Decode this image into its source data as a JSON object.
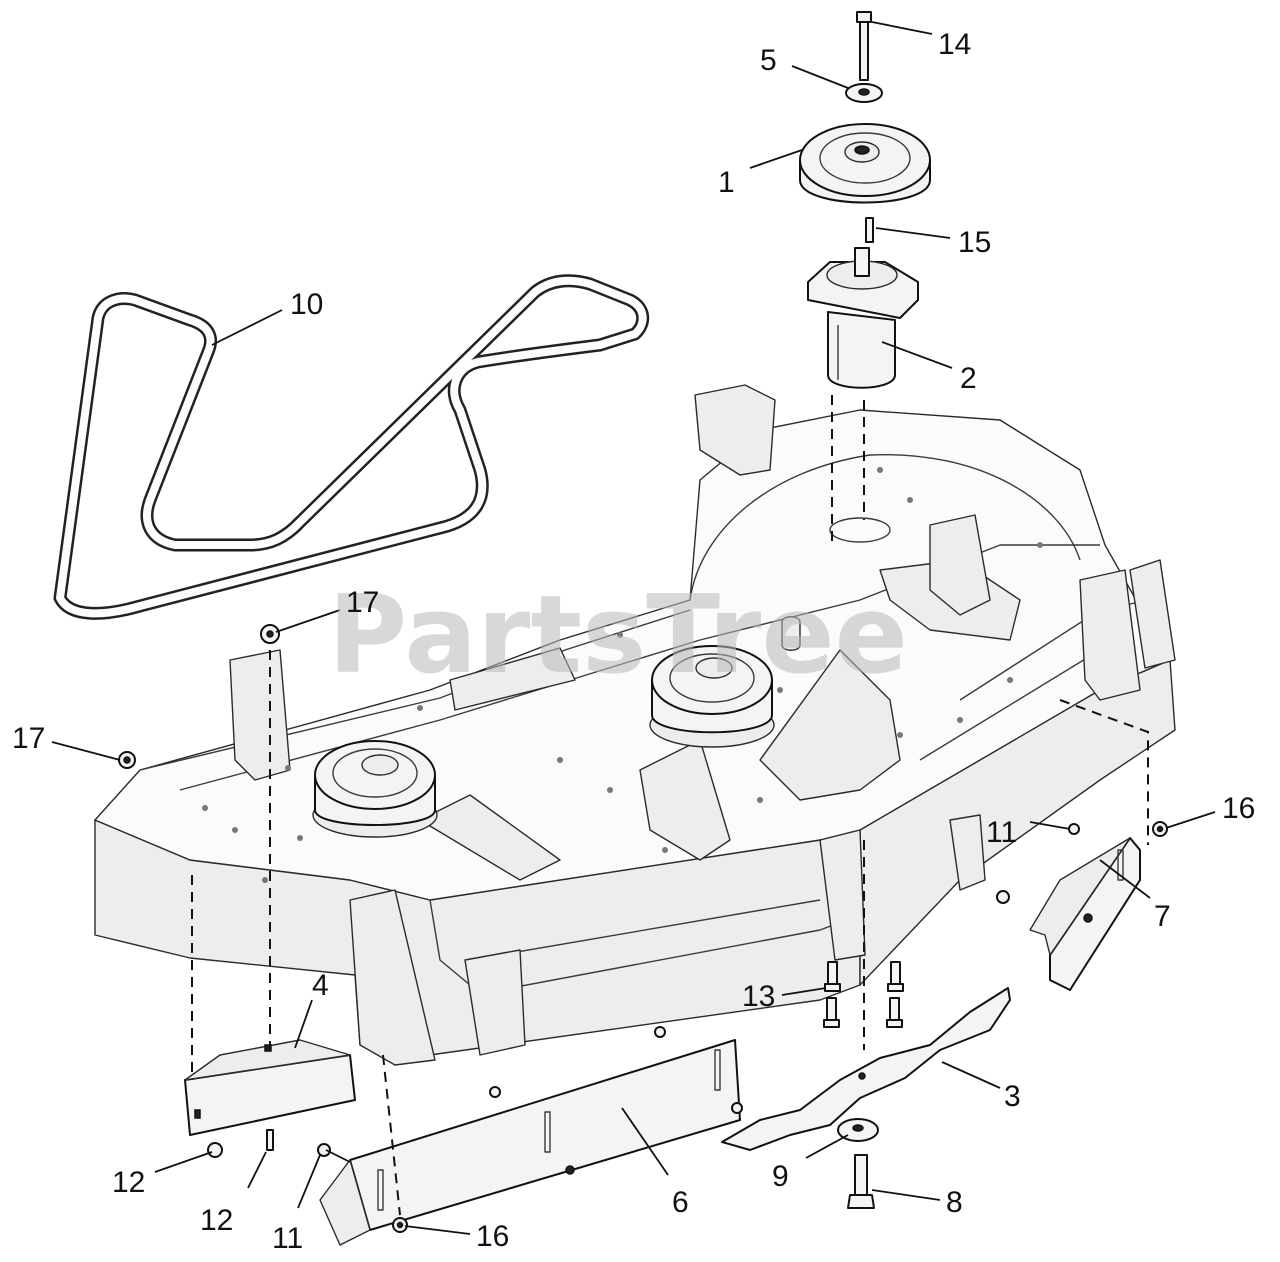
{
  "watermark": "PartsTree",
  "callouts": [
    {
      "id": "c14",
      "label": "14"
    },
    {
      "id": "c5",
      "label": "5"
    },
    {
      "id": "c1",
      "label": "1"
    },
    {
      "id": "c15",
      "label": "15"
    },
    {
      "id": "c10",
      "label": "10"
    },
    {
      "id": "c2",
      "label": "2"
    },
    {
      "id": "c17a",
      "label": "17"
    },
    {
      "id": "c17b",
      "label": "17"
    },
    {
      "id": "c16a",
      "label": "16"
    },
    {
      "id": "c11a",
      "label": "11"
    },
    {
      "id": "c7",
      "label": "7"
    },
    {
      "id": "c4",
      "label": "4"
    },
    {
      "id": "c13",
      "label": "13"
    },
    {
      "id": "c3",
      "label": "3"
    },
    {
      "id": "c6",
      "label": "6"
    },
    {
      "id": "c9",
      "label": "9"
    },
    {
      "id": "c8",
      "label": "8"
    },
    {
      "id": "c12a",
      "label": "12"
    },
    {
      "id": "c12b",
      "label": "12"
    },
    {
      "id": "c11b",
      "label": "11"
    },
    {
      "id": "c16b",
      "label": "16"
    }
  ]
}
